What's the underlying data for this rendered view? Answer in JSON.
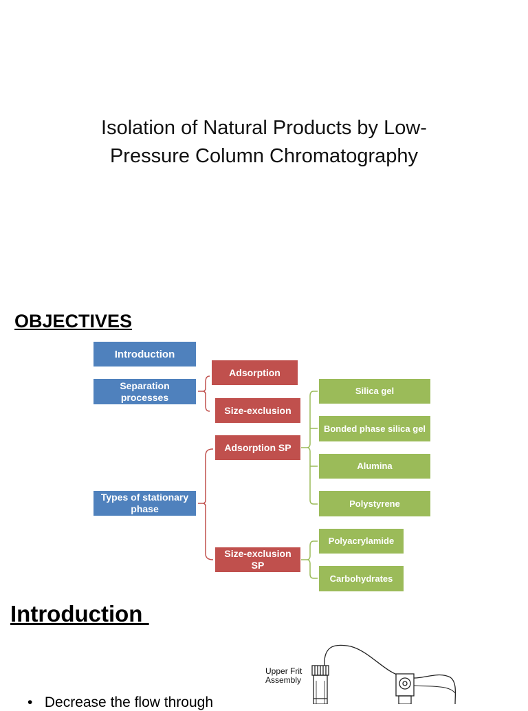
{
  "title": {
    "line1": "Isolation of Natural Products by Low-",
    "line2": "Pressure Column Chromatography"
  },
  "objectives": {
    "heading": "OBJECTIVES",
    "level1": [
      "Introduction",
      "Separation processes",
      "Types of stationary phase"
    ],
    "level2": [
      "Adsorption",
      "Size-exclusion",
      "Adsorption SP",
      "Size-exclusion SP"
    ],
    "level3": [
      "Silica gel",
      "Bonded phase silica gel",
      "Alumina",
      "Polystyrene",
      "Polyacrylamide",
      "Carbohydrates"
    ],
    "colors": {
      "level1": "#4f81bd",
      "level2": "#c0504d",
      "level3": "#9bbb59"
    }
  },
  "introduction": {
    "heading": "Introduction ",
    "bullet": "Decrease the flow through",
    "figure_label": "Upper Frit Assembly"
  }
}
